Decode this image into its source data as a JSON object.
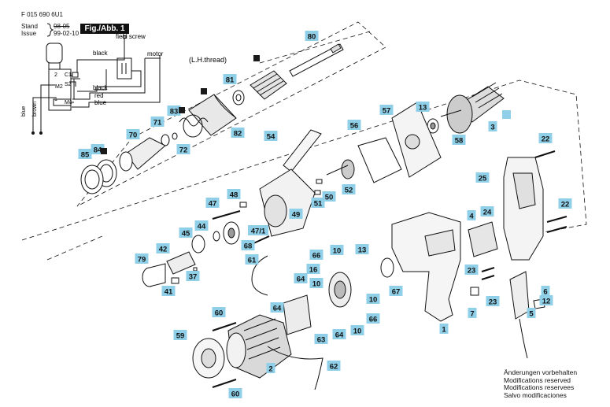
{
  "header": {
    "part_number": "F 015 690 6U1",
    "stand_label": "Stand",
    "issue_label": "Issue",
    "stand_value": "98-05",
    "issue_value": "99-02-10",
    "figure_label": "Fig./Abb. 1"
  },
  "wiring": {
    "field_screw": "field screw",
    "motor": "motor",
    "black_top": "black",
    "black_mid": "black",
    "red": "red",
    "blue_bottom": "blue",
    "left_blue": "blue",
    "left_brown": "brown",
    "pin_2": "2",
    "pin_1": "1",
    "c1": "C1",
    "m2": "M2",
    "s2": "S2",
    "m1": "M1"
  },
  "annotation": "(L.H.thread)",
  "marker_color": "#1a1a1a",
  "callout_color": "#8fd0e8",
  "parts": [
    "80",
    "81",
    "82",
    "83",
    "71",
    "72",
    "70",
    "84",
    "85",
    "57",
    "13",
    "3",
    "58",
    "56",
    "52",
    "54",
    "48",
    "47",
    "49",
    "50",
    "51",
    "44",
    "45",
    "68",
    "47/1",
    "42",
    "79",
    "41",
    "37",
    "61",
    "66",
    "10",
    "16",
    "64",
    "67",
    "1",
    "4",
    "24",
    "25",
    "22",
    "23",
    "7",
    "6",
    "12",
    "5",
    "60",
    "59",
    "2",
    "63",
    "62"
  ],
  "notes": [
    "Änderungen vorbehalten",
    "Modifications reserved",
    "Modifications reservees",
    "Salvo modificaciones"
  ]
}
